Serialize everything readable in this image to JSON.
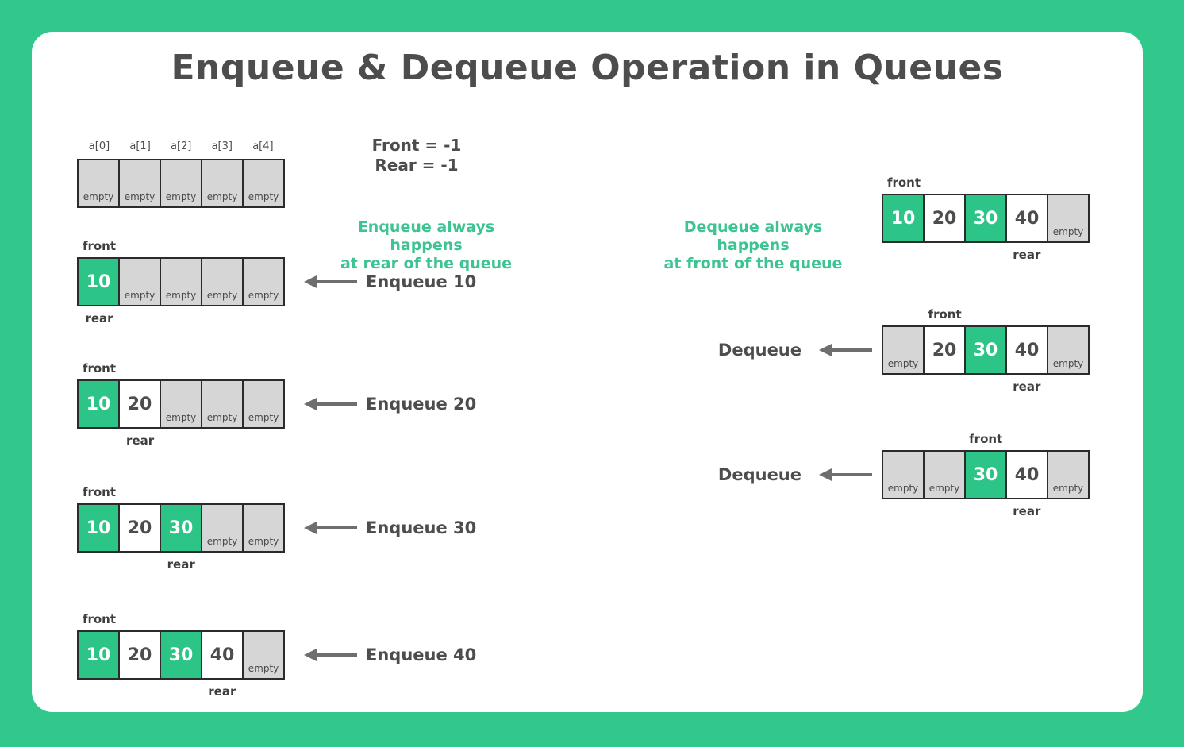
{
  "title": "Enqueue & Dequeue Operation in Queues",
  "labels": {
    "front": "front",
    "rear": "rear",
    "empty": "empty"
  },
  "initial_state": {
    "front_text": "Front = -1",
    "rear_text": "Rear = -1",
    "index_labels": [
      "a[0]",
      "a[1]",
      "a[2]",
      "a[3]",
      "a[4]"
    ]
  },
  "notes": {
    "enqueue": "Enqueue always happens\nat rear of the queue",
    "dequeue": "Dequeue always happens\nat front of the queue"
  },
  "colors": {
    "background_green": "#32C88C",
    "cell_green": "#2DC488",
    "cell_gray": "#D6D6D6",
    "cell_border": "#2B2B2B",
    "text_dark": "#4D4D4D",
    "note_green": "#3EC492",
    "arrow_gray": "#6E6E6E"
  },
  "diagrams": [
    {
      "id": "initial",
      "show_index_labels": true,
      "cells": [
        {
          "type": "empty",
          "value": "empty"
        },
        {
          "type": "empty",
          "value": "empty"
        },
        {
          "type": "empty",
          "value": "empty"
        },
        {
          "type": "empty",
          "value": "empty"
        },
        {
          "type": "empty",
          "value": "empty"
        }
      ],
      "front_index": null,
      "rear_index": null,
      "action": null
    },
    {
      "id": "enq10",
      "cells": [
        {
          "type": "green",
          "value": "10"
        },
        {
          "type": "empty",
          "value": "empty"
        },
        {
          "type": "empty",
          "value": "empty"
        },
        {
          "type": "empty",
          "value": "empty"
        },
        {
          "type": "empty",
          "value": "empty"
        }
      ],
      "front_index": 0,
      "rear_index": 0,
      "action": {
        "label": "Enqueue 10",
        "position": "right"
      }
    },
    {
      "id": "enq20",
      "cells": [
        {
          "type": "green",
          "value": "10"
        },
        {
          "type": "white",
          "value": "20"
        },
        {
          "type": "empty",
          "value": "empty"
        },
        {
          "type": "empty",
          "value": "empty"
        },
        {
          "type": "empty",
          "value": "empty"
        }
      ],
      "front_index": 0,
      "rear_index": 1,
      "action": {
        "label": "Enqueue 20",
        "position": "right"
      }
    },
    {
      "id": "enq30",
      "cells": [
        {
          "type": "green",
          "value": "10"
        },
        {
          "type": "white",
          "value": "20"
        },
        {
          "type": "green",
          "value": "30"
        },
        {
          "type": "empty",
          "value": "empty"
        },
        {
          "type": "empty",
          "value": "empty"
        }
      ],
      "front_index": 0,
      "rear_index": 2,
      "action": {
        "label": "Enqueue 30",
        "position": "right"
      }
    },
    {
      "id": "enq40",
      "cells": [
        {
          "type": "green",
          "value": "10"
        },
        {
          "type": "white",
          "value": "20"
        },
        {
          "type": "green",
          "value": "30"
        },
        {
          "type": "white",
          "value": "40"
        },
        {
          "type": "empty",
          "value": "empty"
        }
      ],
      "front_index": 0,
      "rear_index": 3,
      "action": {
        "label": "Enqueue 40",
        "position": "right"
      }
    },
    {
      "id": "deq0",
      "cells": [
        {
          "type": "green",
          "value": "10"
        },
        {
          "type": "white",
          "value": "20"
        },
        {
          "type": "green",
          "value": "30"
        },
        {
          "type": "white",
          "value": "40"
        },
        {
          "type": "empty",
          "value": "empty"
        }
      ],
      "front_index": 0,
      "rear_index": 3,
      "action": null
    },
    {
      "id": "deq1",
      "cells": [
        {
          "type": "empty",
          "value": "empty"
        },
        {
          "type": "white",
          "value": "20"
        },
        {
          "type": "green",
          "value": "30"
        },
        {
          "type": "white",
          "value": "40"
        },
        {
          "type": "empty",
          "value": "empty"
        }
      ],
      "front_index": 1,
      "rear_index": 3,
      "action": {
        "label": "Dequeue",
        "position": "left"
      }
    },
    {
      "id": "deq2",
      "cells": [
        {
          "type": "empty",
          "value": "empty"
        },
        {
          "type": "empty",
          "value": "empty"
        },
        {
          "type": "green",
          "value": "30"
        },
        {
          "type": "white",
          "value": "40"
        },
        {
          "type": "empty",
          "value": "empty"
        }
      ],
      "front_index": 2,
      "rear_index": 3,
      "action": {
        "label": "Dequeue",
        "position": "left"
      }
    }
  ]
}
